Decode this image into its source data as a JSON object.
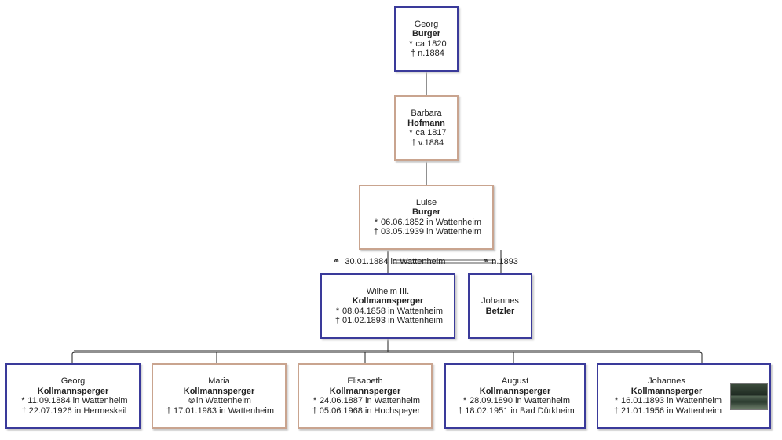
{
  "people": {
    "georg_burger": {
      "given": "Georg",
      "surname": "Burger",
      "birth": "ca.1820",
      "death": "n.1884"
    },
    "barbara_hofmann": {
      "given": "Barbara",
      "surname": "Hofmann",
      "birth": "ca.1817",
      "death": "v.1884"
    },
    "luise_burger": {
      "given": "Luise",
      "surname": "Burger",
      "birth": "06.06.1852 in Wattenheim",
      "death": "03.05.1939 in Wattenheim"
    },
    "wilhelm": {
      "given": "Wilhelm III.",
      "surname": "Kollmannsperger",
      "birth": "08.04.1858 in Wattenheim",
      "death": "01.02.1893 in Wattenheim"
    },
    "johannes_betzler": {
      "given": "Johannes",
      "surname": "Betzler"
    },
    "children": [
      {
        "given": "Georg",
        "surname": "Kollmannsperger",
        "birth": "11.09.1884 in Wattenheim",
        "death": "22.07.1926 in Hermeskeil"
      },
      {
        "given": "Maria",
        "surname": "Kollmannsperger",
        "baptism": "in Wattenheim",
        "death": "17.01.1983 in Wattenheim"
      },
      {
        "given": "Elisabeth",
        "surname": "Kollmannsperger",
        "birth": "24.06.1887 in Wattenheim",
        "death": "05.06.1968 in Hochspeyer"
      },
      {
        "given": "August",
        "surname": "Kollmannsperger",
        "birth": "28.09.1890 in Wattenheim",
        "death": "18.02.1951 in Bad Dürkheim"
      },
      {
        "given": "Johannes",
        "surname": "Kollmannsperger",
        "birth": "16.01.1893 in Wattenheim",
        "death": "21.01.1956 in Wattenheim"
      }
    ]
  },
  "marriages": {
    "first": "30.01.1884 in Wattenheim",
    "second": "n.1893"
  },
  "symbols": {
    "birth": "*",
    "death": "†",
    "marriage": "⚭",
    "baptism": "⊛"
  },
  "colors": {
    "male_border": "#3a3a9a",
    "female_border": "#c9a48f"
  }
}
